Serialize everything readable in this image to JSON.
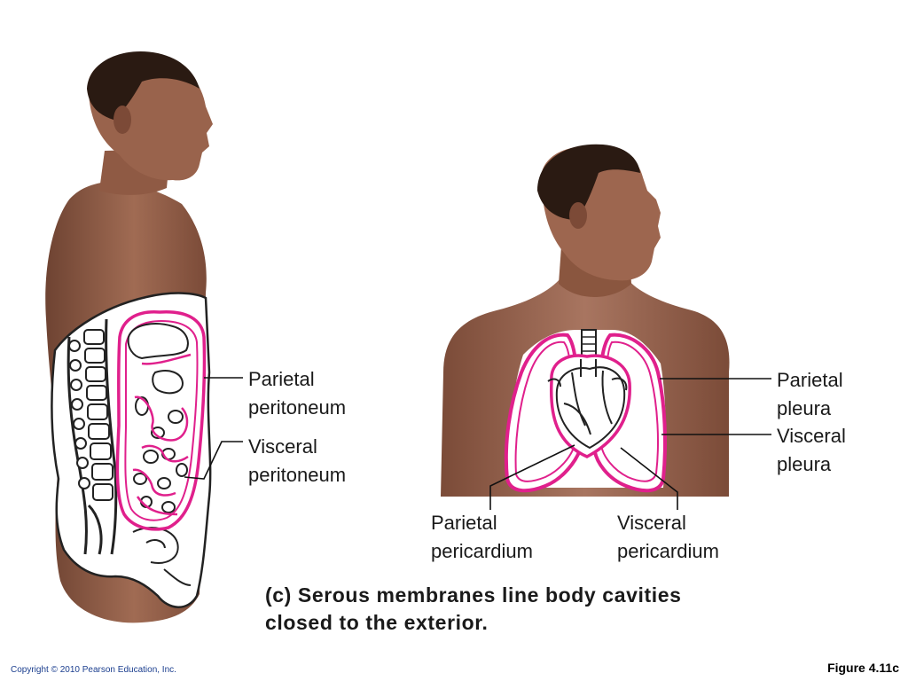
{
  "labels": {
    "parietal_peritoneum": [
      "Parietal",
      "peritoneum"
    ],
    "visceral_peritoneum": [
      "Visceral",
      "peritoneum"
    ],
    "parietal_pleura": [
      "Parietal",
      "pleura"
    ],
    "visceral_pleura": [
      "Visceral",
      "pleura"
    ],
    "parietal_pericardium": [
      "Parietal",
      "pericardium"
    ],
    "visceral_pericardium": [
      "Visceral",
      "pericardium"
    ]
  },
  "caption": {
    "line1": "(c) Serous membranes line body cavities",
    "line2": "closed to the exterior."
  },
  "copyright": "Copyright © 2010 Pearson Education, Inc.",
  "figure_number": "Figure 4.11c",
  "colors": {
    "membrane": "#e0208c",
    "skin": "#9a6650",
    "skin_dark": "#6e4332",
    "hair": "#2a1a12",
    "outline": "#222222",
    "leader": "#111111"
  }
}
